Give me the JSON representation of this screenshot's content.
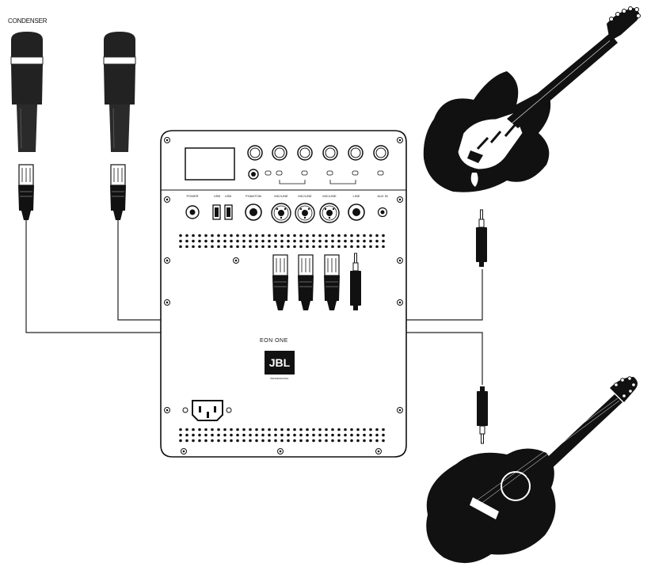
{
  "labels": {
    "mic_type": "CONDENSER"
  },
  "mixer": {
    "model": "EON ONE",
    "brand": "JBL",
    "brand_sub": "PROFESSIONAL",
    "ports": [
      "POWER",
      "USB",
      "USB",
      "PHANTOM",
      "MIC/LINE",
      "MIC/LINE",
      "MIC/LINE",
      "LINE",
      "AUX IN"
    ]
  },
  "colors": {
    "ink": "#111111",
    "panel": "#ffffff",
    "cable": "#222222",
    "metal": "#e6e6e6"
  },
  "devices": [
    "condenser-mic-1",
    "condenser-mic-2",
    "electric-guitar",
    "acoustic-guitar",
    "mixer-panel"
  ]
}
